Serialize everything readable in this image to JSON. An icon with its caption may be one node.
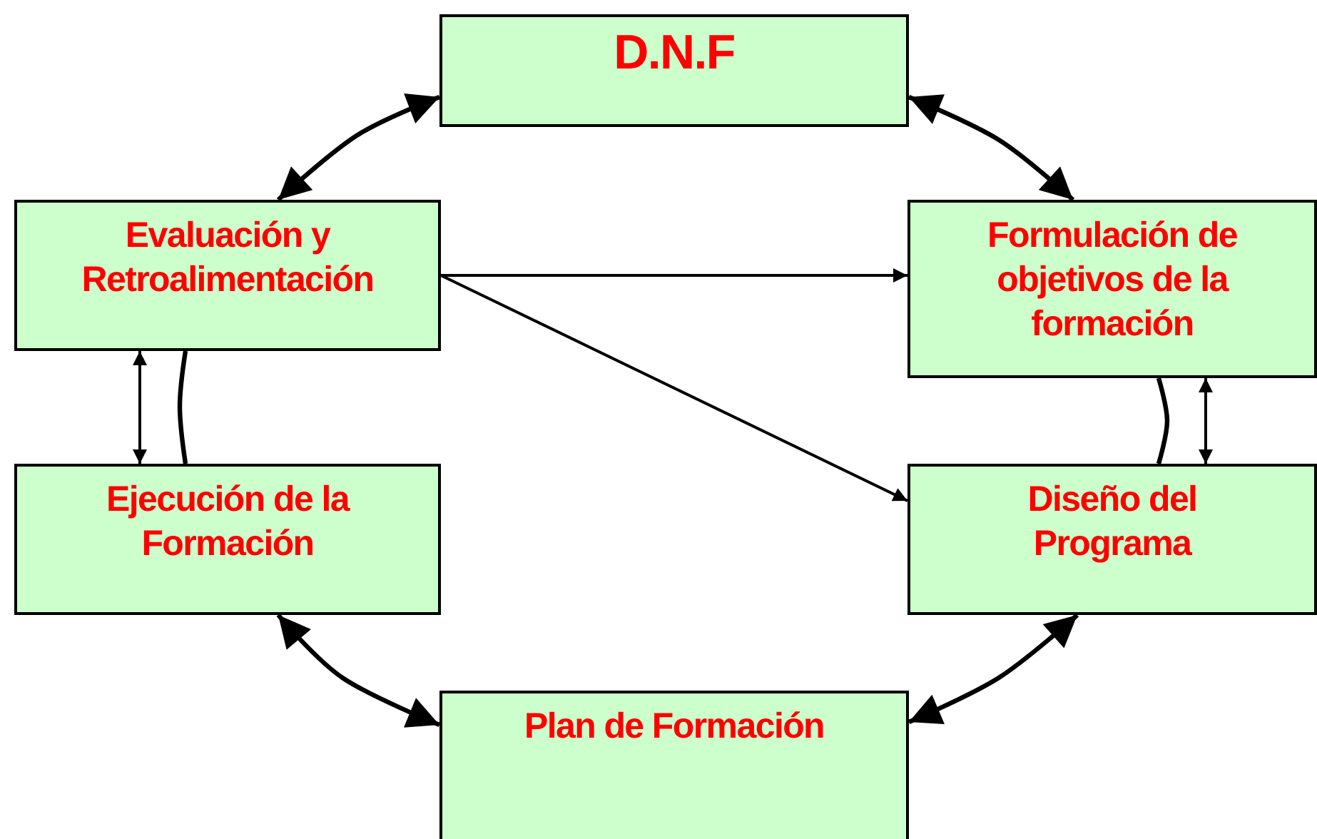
{
  "diagram": {
    "nodes": [
      {
        "text": [
          "D.N.F"
        ]
      },
      {
        "text": [
          "Evaluación y Retroalimentación"
        ]
      },
      {
        "text": [
          "Formulación de objetivos de la formación"
        ]
      },
      {
        "text": [
          "Ejecución de la Formación"
        ]
      },
      {
        "text": [
          "Diseño del Programa"
        ]
      },
      {
        "text": [
          "Plan de Formación"
        ]
      }
    ],
    "edges": [
      {
        "from": 0,
        "to": 1,
        "arrow": "both"
      },
      {
        "from": 0,
        "to": 2,
        "arrow": "both"
      },
      {
        "from": 1,
        "to": 3,
        "arrow": "none"
      },
      {
        "from": 1,
        "to": 3,
        "arrow": "both"
      },
      {
        "from": 2,
        "to": 4,
        "arrow": "none"
      },
      {
        "from": 2,
        "to": 4,
        "arrow": "both"
      },
      {
        "from": 1,
        "to": 2,
        "arrow": "to"
      },
      {
        "from": 1,
        "to": 4,
        "arrow": "to"
      },
      {
        "from": 3,
        "to": 5,
        "arrow": "both"
      },
      {
        "from": 4,
        "to": 5,
        "arrow": "both"
      }
    ]
  }
}
